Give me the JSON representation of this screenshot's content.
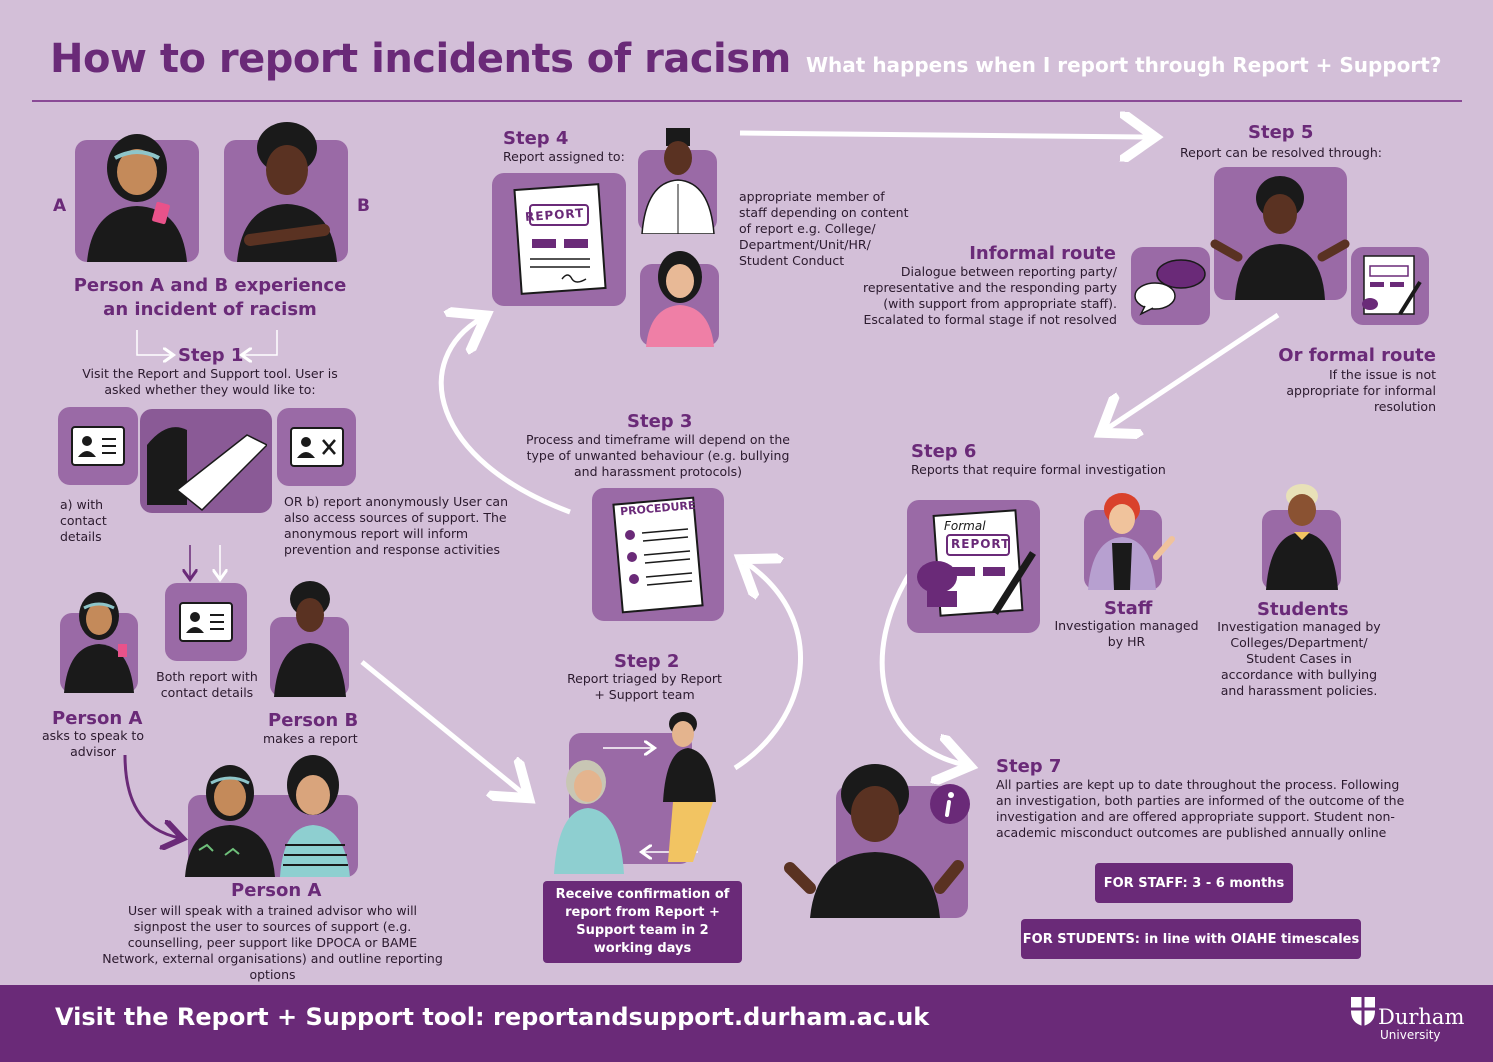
{
  "header": {
    "title": "How to report incidents of racism",
    "subtitle": "What happens when I report through Report + Support?"
  },
  "left": {
    "label_a": "A",
    "label_b": "B",
    "intro": "Person A and B experience an incident of racism",
    "step1": {
      "title": "Step 1",
      "text": "Visit the Report and Support tool. User is asked whether they would like to:"
    },
    "option_a": "a) with contact details",
    "option_b": "OR b) report anonymously User can also access sources of support. The anonymous report will inform prevention and response activities",
    "both": "Both report with contact details",
    "person_a": {
      "title": "Person A",
      "text": "asks to speak to advisor"
    },
    "person_b": {
      "title": "Person B",
      "text": "makes a report"
    },
    "person_a2": {
      "title": "Person A",
      "text": "User will speak with a trained advisor who will signpost the user to sources of support (e.g. counselling, peer support like DPOCA or BAME Network, external organisations) and outline reporting options"
    }
  },
  "middle": {
    "step4": {
      "title": "Step 4",
      "text": "Report assigned to:",
      "detail": "appropriate member of staff depending on content of report e.g. College/ Department/Unit/HR/ Student Conduct",
      "doc_label": "REPORT"
    },
    "step3": {
      "title": "Step 3",
      "text": "Process and timeframe will depend on the type of unwanted behaviour (e.g. bullying and harassment protocols)",
      "doc_label": "PROCEDURE"
    },
    "step2": {
      "title": "Step 2",
      "text": "Report triaged by Report + Support team"
    },
    "confirm": "Receive confirmation of report from Report + Support team in 2 working days"
  },
  "right": {
    "step5": {
      "title": "Step 5",
      "text": "Report can be resolved through:"
    },
    "informal": {
      "title": "Informal route",
      "text": "Dialogue between reporting party/ representative and the responding party (with support from appropriate staff). Escalated to formal stage if not resolved"
    },
    "formal": {
      "title": "Or formal route",
      "text": "If the issue is not appropriate for informal resolution"
    },
    "step6": {
      "title": "Step 6",
      "text": "Reports that require formal investigation"
    },
    "staff": {
      "title": "Staff",
      "text": "Investigation managed by HR"
    },
    "students": {
      "title": "Students",
      "text": "Investigation managed by Colleges/Department/ Student Cases in accordance with bullying and harassment policies."
    },
    "step7": {
      "title": "Step 7",
      "text": "All parties are kept up to date throughout the process. Following an investigation, both parties are informed of the outcome of the investigation and are offered appropriate support. Student non-academic misconduct outcomes are published annually online"
    },
    "staff_time": "FOR STAFF: 3 - 6 months",
    "student_time": "FOR STUDENTS: in line with OIAHE timescales",
    "formal_doc_top": "Formal",
    "formal_doc_label": "REPORT"
  },
  "footer": {
    "text": "Visit the Report + Support tool: reportandsupport.durham.ac.uk",
    "logo": "Durham",
    "logo_sub": "University"
  },
  "colors": {
    "bg": "#d3bfd8",
    "accent": "#6a2a78",
    "box": "#9a6aa6"
  }
}
